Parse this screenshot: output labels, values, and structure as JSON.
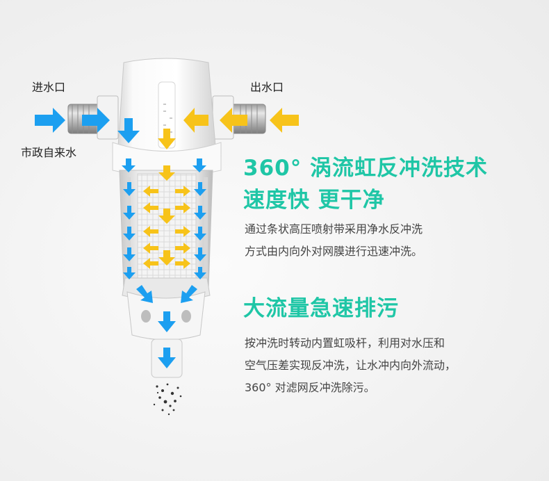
{
  "labels": {
    "inlet": "进水口",
    "outlet": "出水口",
    "city_water": "市政自来水"
  },
  "section1": {
    "heading_line1": "360°  涡流虹反冲洗技术",
    "heading_line2": "速度快  更干净",
    "body_line1": "通过条状高压喷射带采用净水反冲洗",
    "body_line2": "方式由内向外对网膜进行迅速冲洗。"
  },
  "section2": {
    "heading": "大流量急速排污",
    "body_line1": "按冲洗时转动内置虹吸杆，利用对水压和",
    "body_line2": "空气压差实现反冲洗，让水冲内向外流动，",
    "body_line3": "360°  对滤网反冲洗除污。"
  },
  "colors": {
    "accent": "#1fc6a6",
    "inflow_arrow": "#1c9ff0",
    "backflush_arrow": "#f7c31a"
  }
}
